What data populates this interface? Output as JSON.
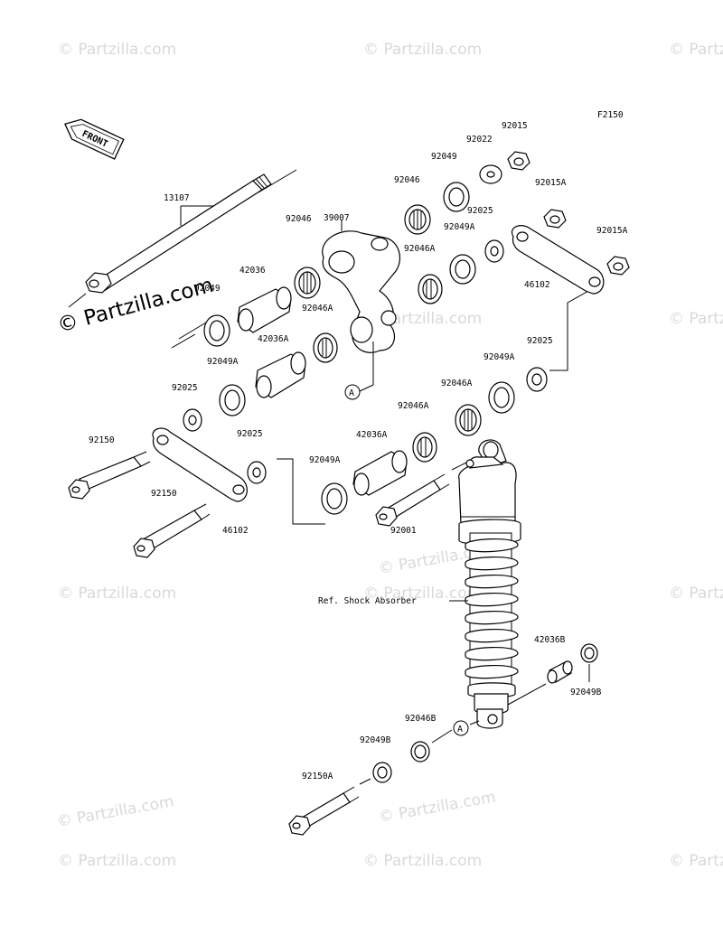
{
  "figure_code": "F2150",
  "front_label": "FRONT",
  "ref_label": "A",
  "shock_ref_label": "Ref. Shock Absorber",
  "watermark": "© Partzilla.com",
  "watermark_main": "© Partzilla.com",
  "parts": {
    "p13107": "13107",
    "p39007": "39007",
    "p92046": "92046",
    "p92046_top": "92046",
    "p42036": "42036",
    "p92049_left": "92049",
    "p92046A_mid": "92046A",
    "p42036A_mid": "42036A",
    "p92049A_left": "92049A",
    "p92025_left": "92025",
    "p92150_a": "92150",
    "p92150_b": "92150",
    "p92025_mid": "92025",
    "p46102_low": "46102",
    "p92049A_mid": "92049A",
    "p42036A_low": "42036A",
    "p92046A_low": "92046A",
    "p92046A_r": "92046A",
    "p92049A_r": "92049A",
    "p92025_r": "92025",
    "p92001": "92001",
    "p92015": "92015",
    "p92022": "92022",
    "p92049_top": "92049",
    "p92015A_a": "92015A",
    "p92015A_b": "92015A",
    "p92025_top": "92025",
    "p92049A_top": "92049A",
    "p92046A_top": "92046A",
    "p46102_top": "46102",
    "p42036B": "42036B",
    "p92049B_r": "92049B",
    "p92046B": "92046B",
    "p92049B_l": "92049B",
    "p92150A": "92150A"
  }
}
